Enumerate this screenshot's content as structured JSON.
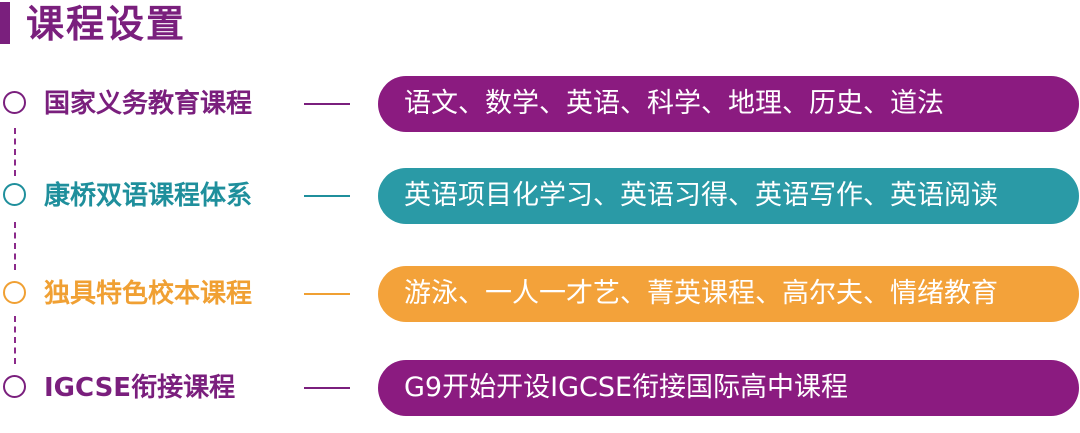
{
  "title": "课程设置",
  "colors": {
    "title": "#7a1f7d",
    "title_bar": "#7a1f7d",
    "purple": "#8b1b80",
    "teal": "#2a9aa6",
    "orange": "#f3a23a",
    "connector": "#8b2a8a"
  },
  "rows": [
    {
      "category": "国家义务教育课程",
      "subjects": "语文、数学、英语、科学、地理、历史、道法",
      "color": "#8b1b80",
      "label_color": "#7a1f7d"
    },
    {
      "category": "康桥双语课程体系",
      "subjects": "英语项目化学习、英语习得、英语写作、英语阅读",
      "color": "#2a9aa6",
      "label_color": "#1f8f9c"
    },
    {
      "category": "独具特色校本课程",
      "subjects": "游泳、一人一才艺、菁英课程、高尔夫、情绪教育",
      "color": "#f3a23a",
      "label_color": "#f0a033"
    },
    {
      "category": "IGCSE衔接课程",
      "subjects": "G9开始开设IGCSE衔接国际高中课程",
      "color": "#8b1b80",
      "label_color": "#7a1f7d"
    }
  ]
}
